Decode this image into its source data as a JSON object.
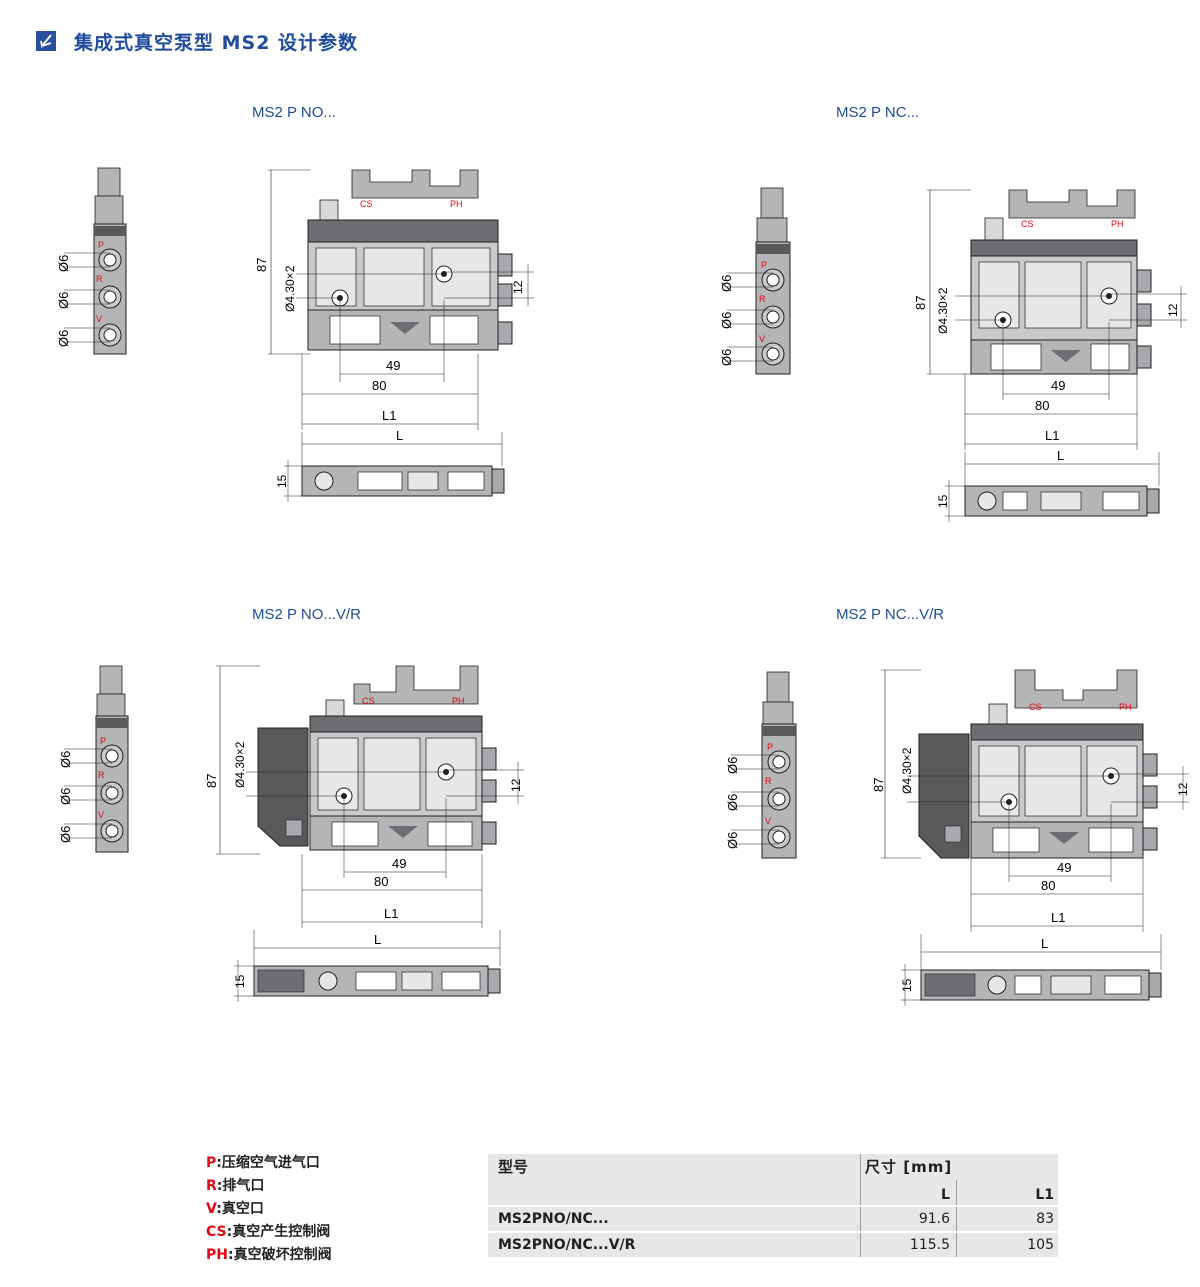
{
  "header": {
    "title": "集成式真空泵型  MS2 设计参数",
    "icon": "tick-icon"
  },
  "drawings": [
    {
      "label": "MS2 P NO..."
    },
    {
      "label": "MS2 P NC..."
    },
    {
      "label": "MS2 P NO...V/R"
    },
    {
      "label": "MS2 P NC...V/R"
    }
  ],
  "dims": {
    "height": "87",
    "hole": "Ø4.30×2",
    "pitch": "12",
    "inner": "49",
    "base": "80",
    "l1": "L1",
    "l": "L",
    "thick": "15",
    "port": "Ø6",
    "cs": "CS",
    "ph": "PH",
    "p": "P",
    "r": "R",
    "v": "V"
  },
  "legend": [
    {
      "code": "P",
      "sep": ":",
      "text": "压缩空气进气口"
    },
    {
      "code": "R",
      "sep": ":",
      "text": "排气口"
    },
    {
      "code": "V",
      "sep": ":",
      "text": "真空口"
    },
    {
      "code": "CS",
      "sep": ":",
      "text": "真空产生控制阀"
    },
    {
      "code": "PH",
      "sep": ":",
      "text": "真空破坏控制阀"
    }
  ],
  "table": {
    "model_header": "型号",
    "dim_header": "尺寸  [mm]",
    "col_l": "L",
    "col_l1": "L1",
    "rows": [
      {
        "model": "MS2PNO/NC...",
        "l": "91.6",
        "l1": "83"
      },
      {
        "model": "MS2PNO/NC...V/R",
        "l": "115.5",
        "l1": "105"
      }
    ]
  },
  "colors": {
    "accent": "#1f4c9c",
    "code": "#e30613",
    "body": "#b4b5b7",
    "dark": "#58595b",
    "tableBg": "#e7e7e8"
  }
}
